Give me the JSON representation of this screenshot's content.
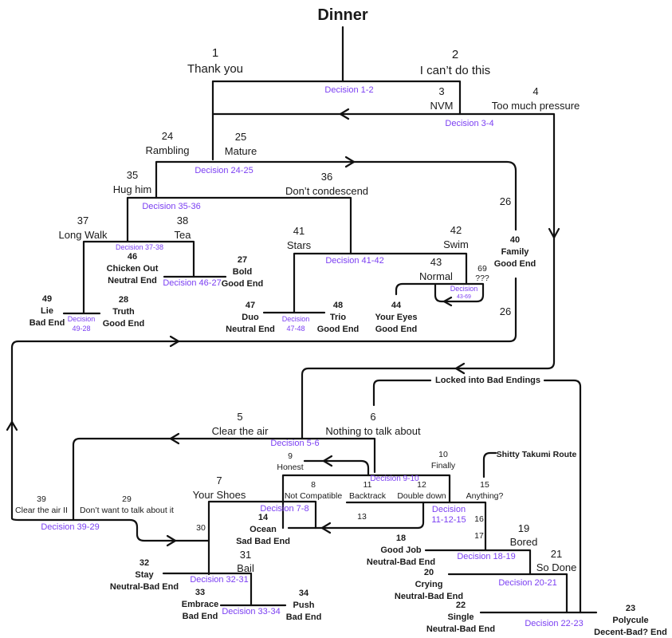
{
  "title": "Dinner",
  "choices": {
    "c1": {
      "num": "1",
      "label": "Thank you"
    },
    "c2": {
      "num": "2",
      "label": "I can’t do this"
    },
    "c3": {
      "num": "3",
      "label": "NVM"
    },
    "c4": {
      "num": "4",
      "label": "Too much pressure"
    },
    "c5": {
      "num": "5",
      "label": "Clear the air"
    },
    "c6": {
      "num": "6",
      "label": "Nothing to talk about"
    },
    "c7": {
      "num": "7",
      "label": "Your Shoes"
    },
    "c8": {
      "num": "8",
      "label": "Not Compatible"
    },
    "c9": {
      "num": "9",
      "label": "Honest"
    },
    "c10": {
      "num": "10",
      "label": "Finally"
    },
    "c11": {
      "num": "11",
      "label": "Backtrack"
    },
    "c12": {
      "num": "12",
      "label": "Double down"
    },
    "c13": {
      "num": "13"
    },
    "c15": {
      "num": "15",
      "label": "Anything?"
    },
    "c16": {
      "num": "16"
    },
    "c17": {
      "num": "17"
    },
    "c19": {
      "num": "19",
      "label": "Bored"
    },
    "c21": {
      "num": "21",
      "label": "So Done"
    },
    "c24": {
      "num": "24",
      "label": "Rambling"
    },
    "c25": {
      "num": "25",
      "label": "Mature"
    },
    "c26a": {
      "num": "26"
    },
    "c26b": {
      "num": "26"
    },
    "c29": {
      "num": "29",
      "label": "Don’t want to talk about it"
    },
    "c30": {
      "num": "30"
    },
    "c31": {
      "num": "31",
      "label": "Bail"
    },
    "c35": {
      "num": "35",
      "label": "Hug him"
    },
    "c36": {
      "num": "36",
      "label": "Don’t condescend"
    },
    "c37": {
      "num": "37",
      "label": "Long Walk"
    },
    "c38": {
      "num": "38",
      "label": "Tea"
    },
    "c39": {
      "num": "39",
      "label": "Clear the air II"
    },
    "c41": {
      "num": "41",
      "label": "Stars"
    },
    "c42": {
      "num": "42",
      "label": "Swim"
    },
    "c43": {
      "num": "43",
      "label": "Normal"
    },
    "c69": {
      "num": "69",
      "label": "???"
    }
  },
  "endings": {
    "e14": {
      "num": "14",
      "name": "Ocean",
      "type": "Sad Bad End"
    },
    "e18": {
      "num": "18",
      "name": "Good Job",
      "type": "Neutral-Bad End"
    },
    "e20": {
      "num": "20",
      "name": "Crying",
      "type": "Neutral-Bad End"
    },
    "e22": {
      "num": "22",
      "name": "Single",
      "type": "Neutral-Bad End"
    },
    "e23": {
      "num": "23",
      "name": "Polycule",
      "type": "Decent-Bad? End"
    },
    "e27": {
      "num": "27",
      "name": "Bold",
      "type": "Good End"
    },
    "e28": {
      "num": "28",
      "name": "Truth",
      "type": "Good End"
    },
    "e32": {
      "num": "32",
      "name": "Stay",
      "type": "Neutral-Bad End"
    },
    "e33": {
      "num": "33",
      "name": "Embrace",
      "type": "Bad End"
    },
    "e34": {
      "num": "34",
      "name": "Push",
      "type": "Bad End"
    },
    "e40": {
      "num": "40",
      "name": "Family",
      "type": "Good End"
    },
    "e44": {
      "num": "44",
      "name": "Your Eyes",
      "type": "Good End"
    },
    "e46": {
      "num": "46",
      "name": "Chicken Out",
      "type": "Neutral End"
    },
    "e47": {
      "num": "47",
      "name": "Duo",
      "type": "Neutral End"
    },
    "e48": {
      "num": "48",
      "name": "Trio",
      "type": "Good End"
    },
    "e49": {
      "num": "49",
      "name": "Lie",
      "type": "Bad End"
    }
  },
  "decisions": {
    "d1_2": "Decision 1-2",
    "d3_4": "Decision 3-4",
    "d24_25": "Decision 24-25",
    "d35_36": "Decision 35-36",
    "d37_38": "Decision 37-38",
    "d46_27": "Decision 46-27",
    "d49_28_a": "Decision",
    "d49_28_b": "49-28",
    "d41_42": "Decision 41-42",
    "d47_48_a": "Decision",
    "d47_48_b": "47-48",
    "d43_69_a": "Decision",
    "d43_69_b": "43-69",
    "d5_6": "Decision 5-6",
    "d9_10": "Decision 9-10",
    "d7_8": "Decision 7-8",
    "d11_12_15_a": "Decision",
    "d11_12_15_b": "11-12-15",
    "d39_29": "Decision 39-29",
    "d32_31": "Decision 32-31",
    "d33_34": "Decision 33-34",
    "d18_19": "Decision 18-19",
    "d20_21": "Decision 20-21",
    "d22_23": "Decision 22-23"
  },
  "routes": {
    "locked": "Locked into Bad Endings",
    "takumi": "Shitty Takumi Route"
  },
  "colors": {
    "line": "#111111",
    "decision": "#7b3ff2",
    "text": "#1a1a1a"
  }
}
